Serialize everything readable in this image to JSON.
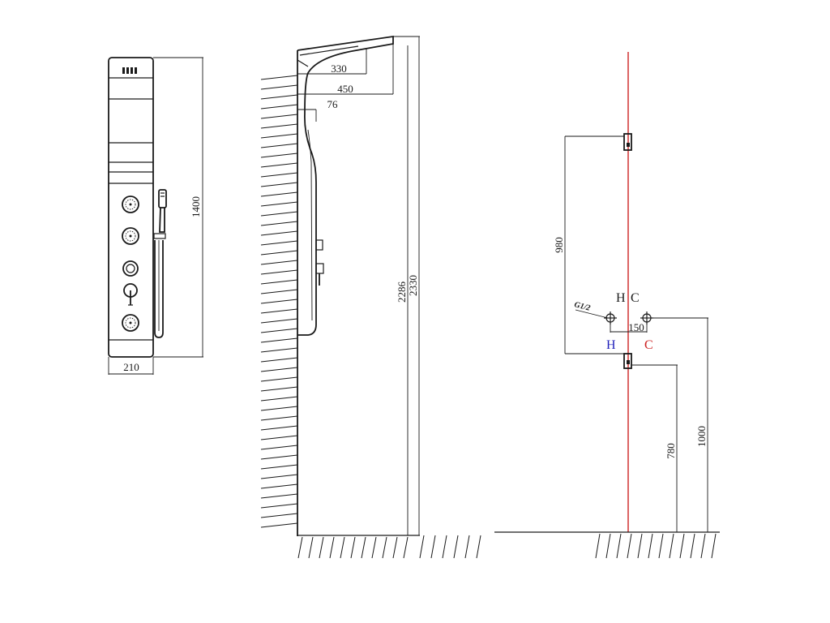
{
  "front_view": {
    "width_label": "210",
    "height_label": "1400"
  },
  "side_view": {
    "dim_top": "330",
    "dim_mid": "450",
    "dim_small": "76",
    "dim_height_inner": "2286",
    "dim_height_outer": "2330"
  },
  "plumbing_view": {
    "dim_vertical_spacing": "980",
    "thread_label": "G1/2",
    "dim_pipe_spacing": "150",
    "label_h_top": "H",
    "label_c_top": "C",
    "label_h_bottom": "H",
    "label_c_bottom": "C",
    "dim_lower_height": "780",
    "dim_upper_height": "1000",
    "colors": {
      "hot": "#2222bb",
      "cold": "#cc2222",
      "centerline": "#cc2222"
    }
  }
}
